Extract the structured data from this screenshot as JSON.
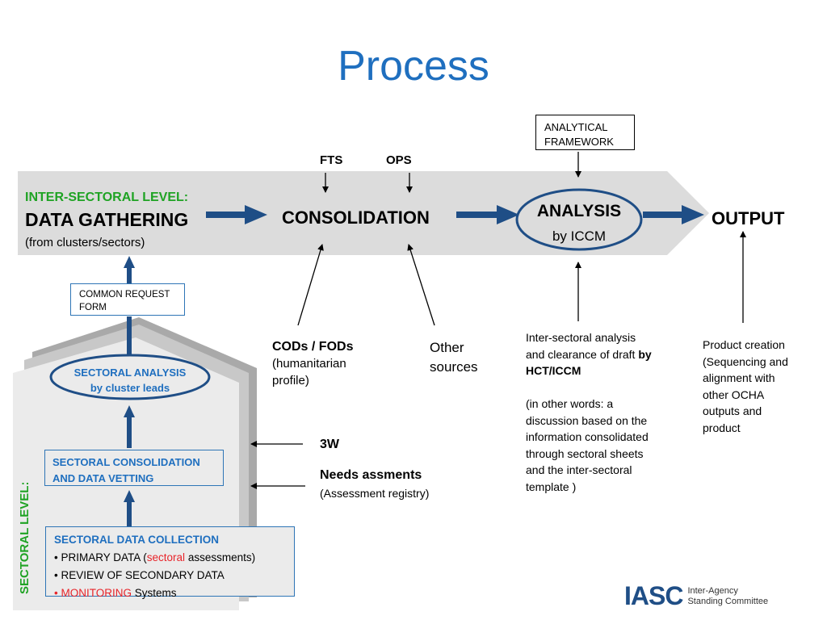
{
  "title": "Process",
  "colors": {
    "title_blue": "#1f6fbf",
    "arrow_blue": "#1f4e86",
    "green_label": "#1fa324",
    "red_highlight": "#e8242a",
    "band_gray": "#dcdcdc"
  },
  "top_band": {
    "level_label": "INTER-SECTORAL LEVEL:",
    "data_gathering": "DATA GATHERING",
    "data_gathering_sub": "(from clusters/sectors)",
    "consolidation": "CONSOLIDATION",
    "analysis": "ANALYSIS",
    "analysis_sub": "by ICCM",
    "output": "OUTPUT"
  },
  "inputs_top": {
    "fts": "FTS",
    "ops": "OPS",
    "analytical_framework_line1": "ANALYTICAL",
    "analytical_framework_line2": "FRAMEWORK"
  },
  "inputs_bottom": {
    "cods_title": "CODs / FODs",
    "cods_sub_line1": "(humanitarian",
    "cods_sub_line2": "profile)",
    "other_line1": "Other",
    "other_line2": "sources"
  },
  "analysis_note": {
    "line1": "Inter-sectoral analysis",
    "line2_plain": "and clearance of draft ",
    "line2_bold": "by",
    "line3_bold": "HCT/ICCM",
    "paragraph2": [
      "(in other words: a",
      "discussion based on the",
      "information consolidated",
      "through sectoral sheets",
      "and the inter-sectoral",
      "template )"
    ]
  },
  "output_note": {
    "lines": [
      "Product creation",
      "(Sequencing and",
      "alignment with",
      "other OCHA",
      "outputs and",
      "product"
    ]
  },
  "sectoral": {
    "common_request_line1": "COMMON REQUEST",
    "common_request_line2": "FORM",
    "level_label": "SECTORAL LEVEL:",
    "analysis_line1": "SECTORAL ANALYSIS",
    "analysis_line2": "by cluster leads",
    "consolidation_line1": "SECTORAL CONSOLIDATION",
    "consolidation_line2": "AND DATA VETTING",
    "collection_title": "SECTORAL DATA COLLECTION",
    "collection_item1_pre": "PRIMARY DATA  (",
    "collection_item1_red": "sectoral",
    "collection_item1_post": " assessments)",
    "collection_item2": "REVIEW OF  SECONDARY DATA",
    "collection_item3_red": "MONITORING",
    "collection_item3_post": " Systems",
    "bullet": "•"
  },
  "side_inputs": {
    "three_w": "3W",
    "needs_title": "Needs assments",
    "needs_sub": "(Assessment registry)"
  },
  "logo": {
    "acronym": "IASC",
    "line1": "Inter-Agency",
    "line2": "Standing Committee"
  }
}
